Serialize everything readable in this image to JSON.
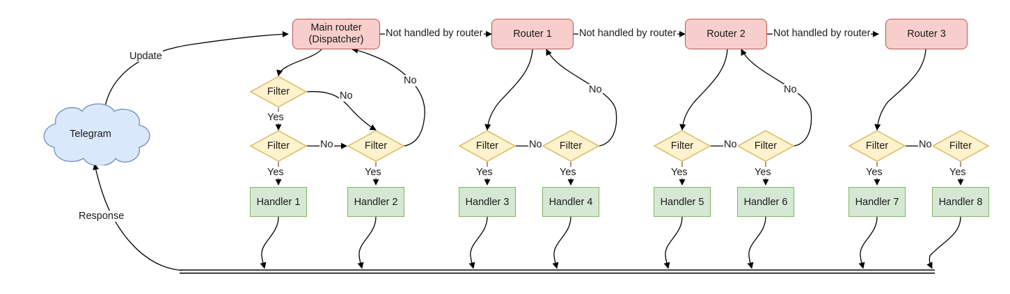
{
  "diagram": {
    "title": "Telegram bot update routing flow",
    "colors": {
      "router_fill": "#f8cecc",
      "router_stroke": "#b85450",
      "filter_fill": "#fff2cc",
      "filter_stroke": "#d6b656",
      "handler_fill": "#d5e8d4",
      "handler_stroke": "#82b366",
      "cloud_fill": "#dae8fc",
      "cloud_stroke": "#6c8ebf",
      "edge_stroke": "#000000",
      "text": "#1a1a1a"
    },
    "source": {
      "name": "Telegram",
      "label": "Telegram"
    },
    "routers": [
      {
        "id": "main",
        "label_line1": "Main router",
        "label_line2": "(Dispatcher)"
      },
      {
        "id": "router1",
        "label_line1": "Router 1",
        "label_line2": ""
      },
      {
        "id": "router2",
        "label_line1": "Router 2",
        "label_line2": ""
      },
      {
        "id": "router3",
        "label_line1": "Router 3",
        "label_line2": ""
      }
    ],
    "filters": [
      {
        "id": "f-main-top",
        "label": "Filter"
      },
      {
        "id": "f-main-left",
        "label": "Filter"
      },
      {
        "id": "f-main-right",
        "label": "Filter"
      },
      {
        "id": "f-r1-left",
        "label": "Filter"
      },
      {
        "id": "f-r1-right",
        "label": "Filter"
      },
      {
        "id": "f-r2-left",
        "label": "Filter"
      },
      {
        "id": "f-r2-right",
        "label": "Filter"
      },
      {
        "id": "f-r3-left",
        "label": "Filter"
      },
      {
        "id": "f-r3-right",
        "label": "Filter"
      }
    ],
    "handlers": [
      {
        "id": "h1",
        "label": "Handler 1"
      },
      {
        "id": "h2",
        "label": "Handler 2"
      },
      {
        "id": "h3",
        "label": "Handler 3"
      },
      {
        "id": "h4",
        "label": "Handler 4"
      },
      {
        "id": "h5",
        "label": "Handler 5"
      },
      {
        "id": "h6",
        "label": "Handler 6"
      },
      {
        "id": "h7",
        "label": "Handler 7"
      },
      {
        "id": "h8",
        "label": "Handler 8"
      }
    ],
    "edge_labels": {
      "update": "Update",
      "response": "Response",
      "not_handled": "Not handled by router",
      "yes": "Yes",
      "no": "No"
    },
    "chain_labels": [
      "Not handled by router",
      "Not handled by router",
      "Not handled by router"
    ],
    "yes_labels": [
      "Yes",
      "Yes",
      "Yes",
      "Yes",
      "Yes",
      "Yes",
      "Yes",
      "Yes",
      "Yes"
    ],
    "no_labels": [
      "No",
      "No",
      "No",
      "No",
      "No",
      "No",
      "No",
      "No"
    ]
  }
}
